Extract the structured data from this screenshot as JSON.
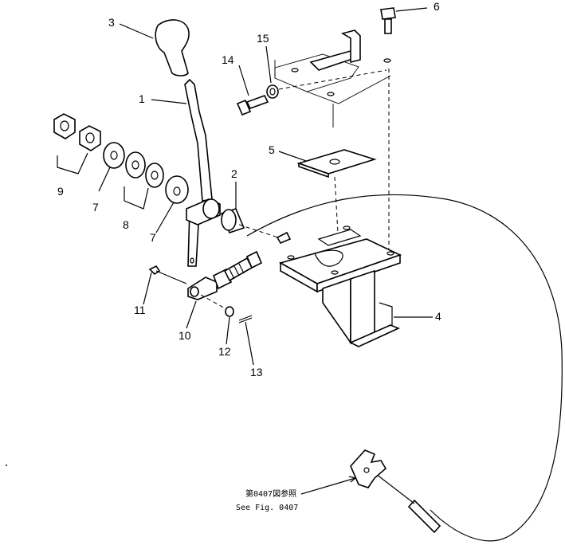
{
  "callouts": [
    {
      "id": "1",
      "text": "1"
    },
    {
      "id": "2",
      "text": "2"
    },
    {
      "id": "3",
      "text": "3"
    },
    {
      "id": "4",
      "text": "4"
    },
    {
      "id": "5",
      "text": "5"
    },
    {
      "id": "6",
      "text": "6"
    },
    {
      "id": "7a",
      "text": "7"
    },
    {
      "id": "7b",
      "text": "7"
    },
    {
      "id": "8",
      "text": "8"
    },
    {
      "id": "9",
      "text": "9"
    },
    {
      "id": "10",
      "text": "10"
    },
    {
      "id": "11",
      "text": "11"
    },
    {
      "id": "12",
      "text": "12"
    },
    {
      "id": "13",
      "text": "13"
    },
    {
      "id": "14",
      "text": "14"
    },
    {
      "id": "15",
      "text": "15"
    }
  ],
  "reference_note": {
    "jp": "第0407図参照",
    "en": "See Fig. 0407"
  }
}
